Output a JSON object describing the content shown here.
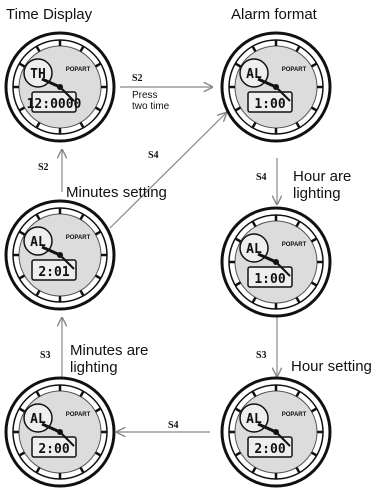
{
  "labels": {
    "time_display": "Time Display",
    "alarm_format": "Alarm format",
    "minutes_setting": "Minutes setting",
    "hour_are_lighting": [
      "Hour are",
      "lighting"
    ],
    "minutes_are_lighting": [
      "Minutes are",
      "lighting"
    ],
    "hour_setting": "Hour setting",
    "press_two_time": [
      "Press",
      "two time"
    ]
  },
  "buttons": {
    "s2_top": "S2",
    "s2_left": "S2",
    "s4_diag": "S4",
    "s4_right": "S4",
    "s3_left": "S3",
    "s3_right": "S3",
    "s4_bottom": "S4"
  },
  "watches": [
    {
      "id": "time-display",
      "lcd_top": "TH",
      "lcd_bottom": "12:0000",
      "brand": "POPART"
    },
    {
      "id": "alarm-format",
      "lcd_top": "AL",
      "lcd_bottom": "1:00",
      "brand": "POPART"
    },
    {
      "id": "minutes-setting",
      "lcd_top": "AL",
      "lcd_bottom": "2:01",
      "brand": "POPART"
    },
    {
      "id": "hour-lighting",
      "lcd_top": "AL",
      "lcd_bottom": "1:00",
      "brand": "POPART"
    },
    {
      "id": "minutes-lighting",
      "lcd_top": "AL",
      "lcd_bottom": "2:00",
      "brand": "POPART"
    },
    {
      "id": "hour-setting",
      "lcd_top": "AL",
      "lcd_bottom": "2:00",
      "brand": "POPART"
    }
  ],
  "colors": {
    "ink": "#111111",
    "dial": "#dcdcdc",
    "lcd": "#eeeeee",
    "arrow": "#888888"
  }
}
